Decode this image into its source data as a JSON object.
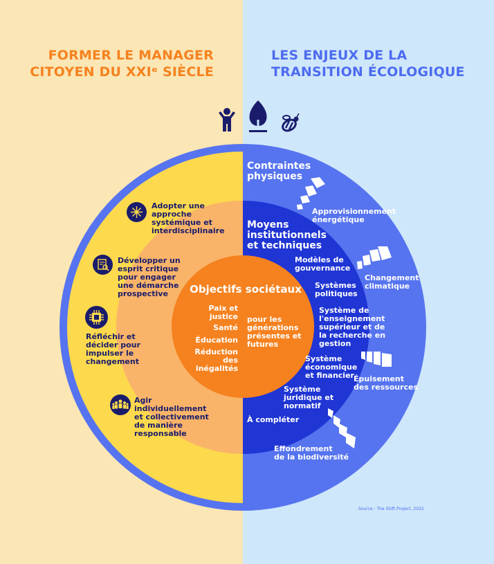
{
  "header": {
    "left_title": [
      "FORMER LE MANAGER",
      "CITOYEN DU  XXIᵉ SIÈCLE"
    ],
    "right_title": [
      "LES ENJEUX DE LA",
      "TRANSITION ÉCOLOGIQUE"
    ]
  },
  "left_items": [
    {
      "icon": "network-icon",
      "lines": [
        "Adopter une",
        "approche",
        "systémique et",
        "interdisciplinaire"
      ]
    },
    {
      "icon": "document-search-icon",
      "lines": [
        "Développer un",
        "esprit critique",
        "pour engager",
        "une démarche",
        "prospective"
      ]
    },
    {
      "icon": "chip-icon",
      "lines": [
        "Réfléchir et",
        "décider pour",
        "impulser le",
        "changement"
      ]
    },
    {
      "icon": "group-icon",
      "lines": [
        "Agir",
        "individuellement",
        "et collectivement",
        "de manière",
        "responsable"
      ]
    }
  ],
  "center": {
    "title": "Objectifs  sociétaux",
    "left_items": [
      [
        "Paix et",
        "justice"
      ],
      [
        "Santé"
      ],
      [
        "Éducation"
      ],
      [
        "Réduction des",
        "inégalités"
      ]
    ],
    "right_text": [
      "pour les",
      "générations",
      "présentes et",
      "futures"
    ]
  },
  "outer_ring": {
    "title": [
      "Contraintes",
      "physiques"
    ],
    "items": [
      [
        "Approvisionnement",
        "énergétique"
      ],
      [
        "Changement",
        "climatique"
      ],
      [
        "Épuisement",
        "des ressources"
      ],
      [
        "Effondrement",
        "de la biodiversité"
      ]
    ]
  },
  "middle_ring": {
    "title": [
      "Moyens",
      "institutionnels",
      "et techniques"
    ],
    "items": [
      [
        "Modèles de",
        "gouvernance"
      ],
      [
        "Systèmes",
        "politiques"
      ],
      [
        "Système de",
        "l'enseignement",
        "supérieur et de",
        "la recherche en",
        "gestion"
      ],
      [
        "Système",
        "économique",
        "et financier"
      ],
      [
        "Système",
        "juridique et",
        "normatif"
      ],
      [
        "À compléter"
      ]
    ]
  },
  "top_icons": [
    "person-icon",
    "tree-icon",
    "bee-icon"
  ],
  "source": "Source : The Shift Project, 2022",
  "colors": {
    "left_bg": "#fbe6b5",
    "right_bg": "#cfe7fa",
    "orange": "#f5821f",
    "yellow": "#fdd94d",
    "light_orange": "#f9b469",
    "blue": "#5674ef",
    "dark_blue": "#1f35d4",
    "navy": "#1a1c6b"
  }
}
